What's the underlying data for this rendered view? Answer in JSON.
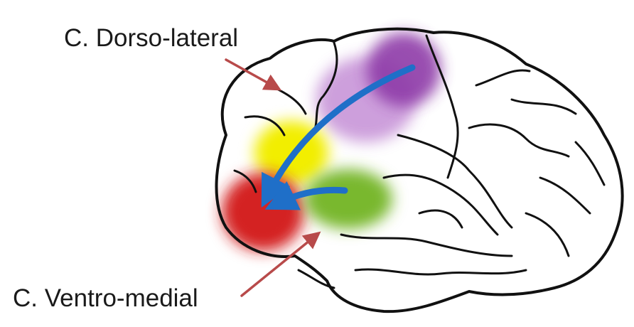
{
  "labels": {
    "dorsolateral": "C. Dorso-lateral",
    "ventromedial": "C. Ventro-medial"
  },
  "regions": [
    {
      "name": "purple-region",
      "color": "#8e3aa8"
    },
    {
      "name": "light-purple-region",
      "color": "#c58fd6"
    },
    {
      "name": "yellow-region",
      "color": "#f2ee00"
    },
    {
      "name": "red-region",
      "color": "#d42020"
    },
    {
      "name": "green-region",
      "color": "#79b82e"
    }
  ],
  "colors": {
    "flow_arrow": "#1f6fc8",
    "pointer_arrow": "#b84a4a",
    "outline": "#111111"
  }
}
